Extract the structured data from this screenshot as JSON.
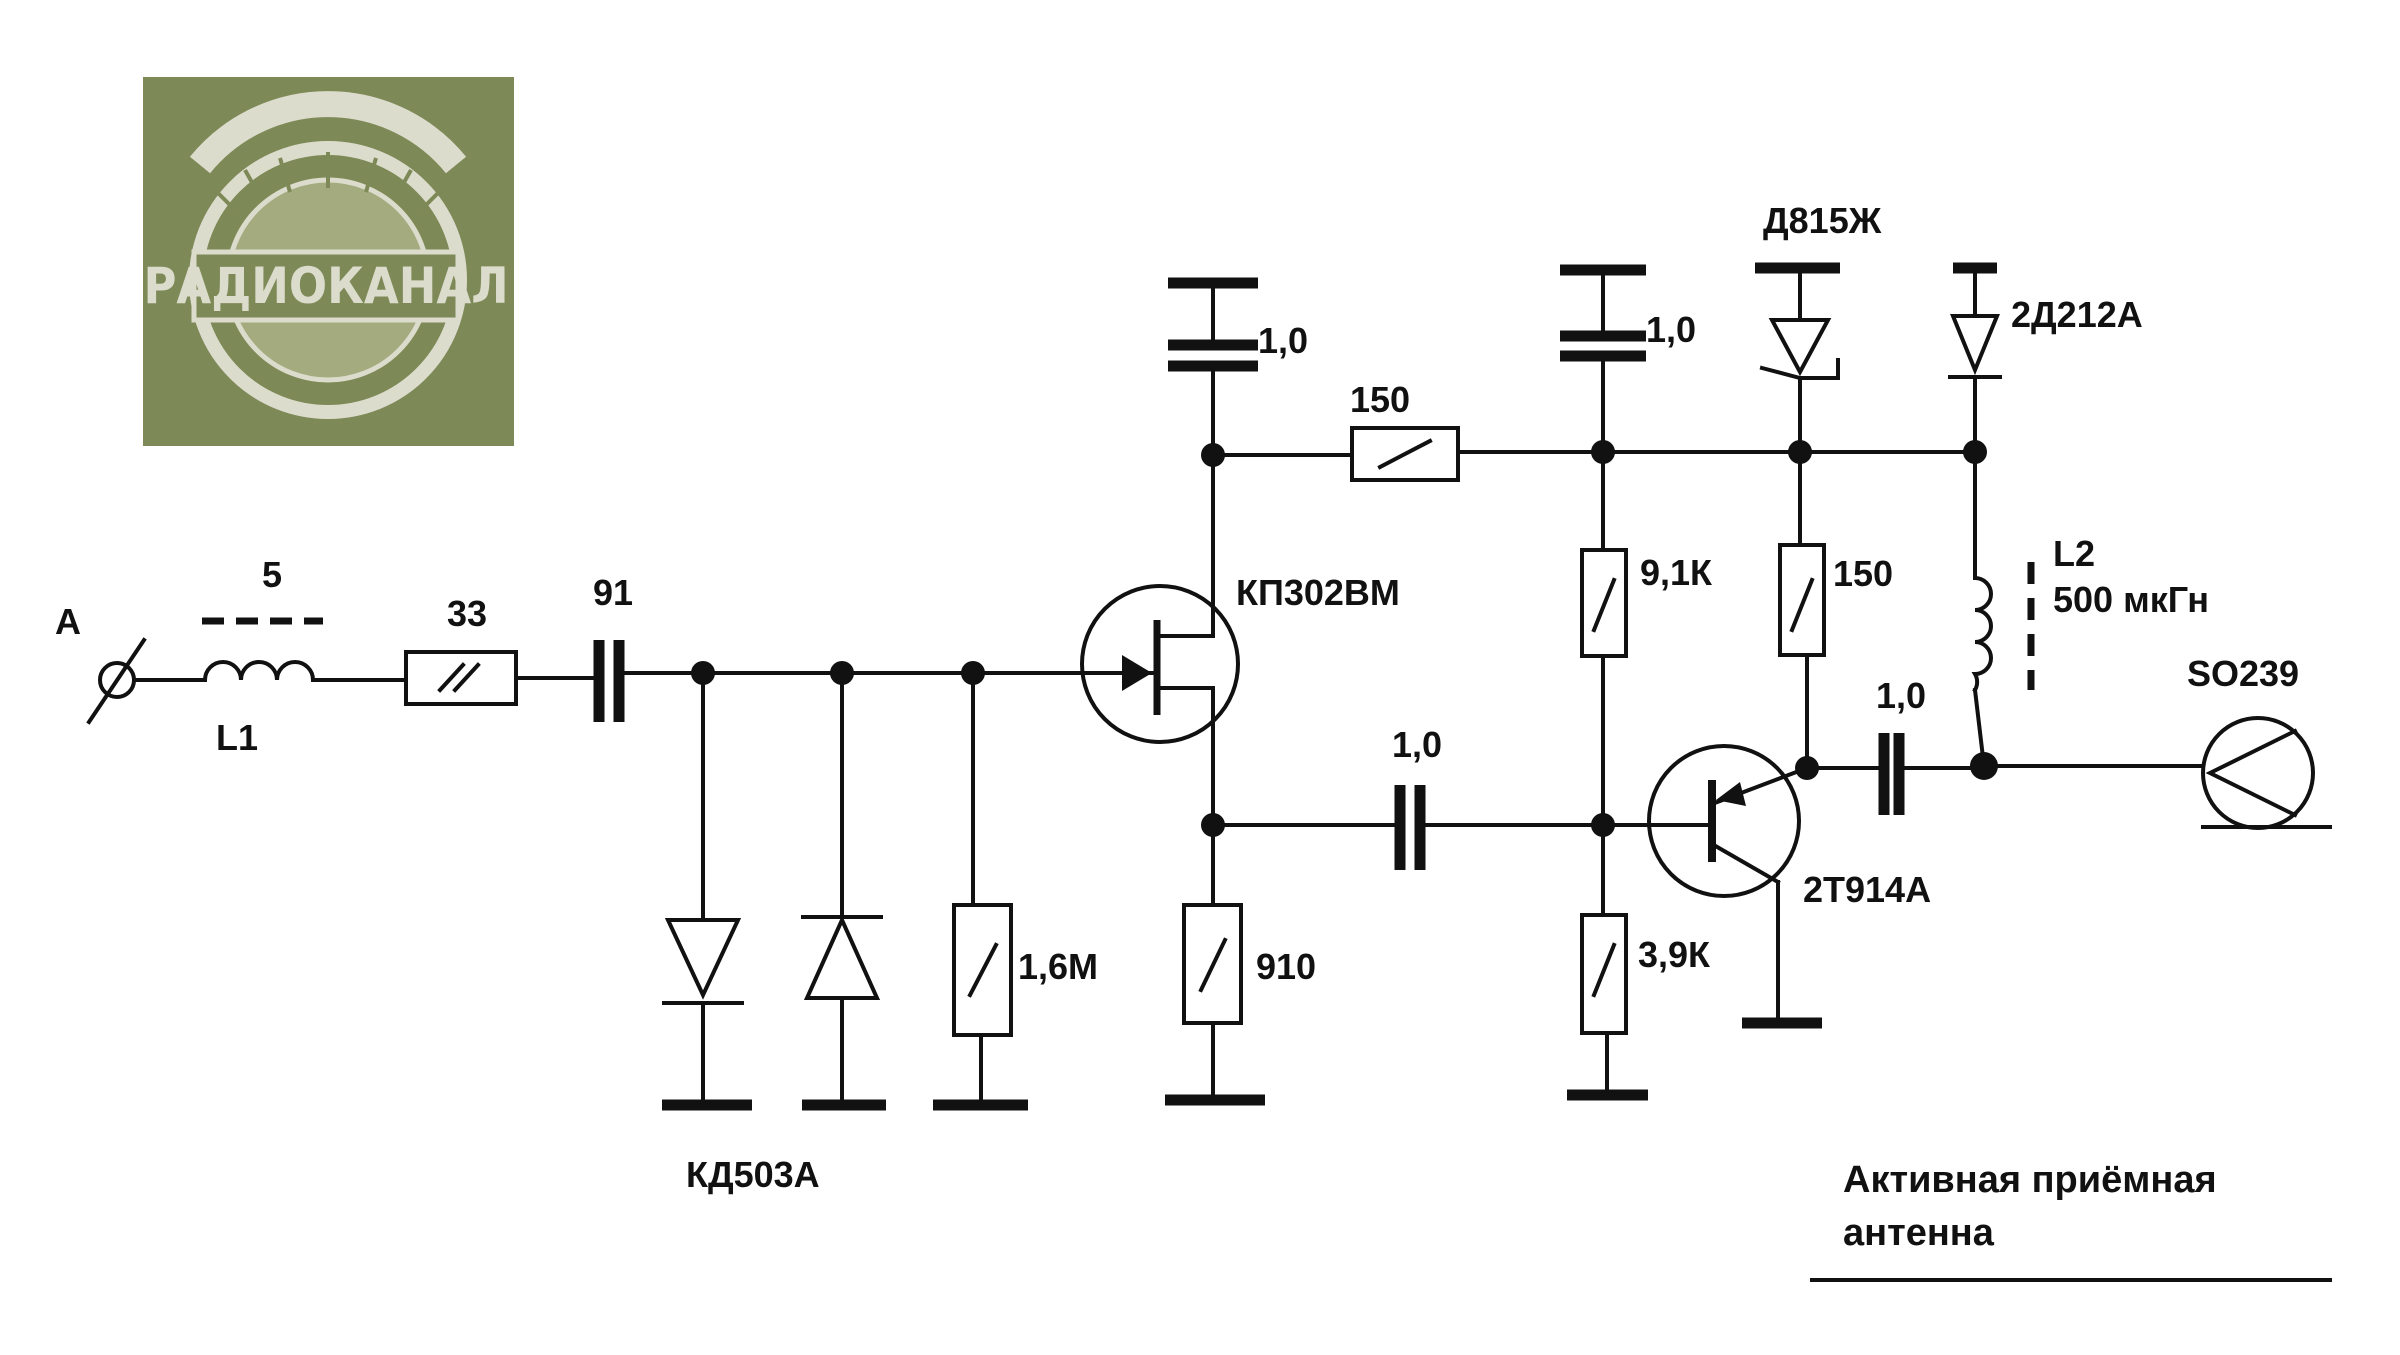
{
  "logo": {
    "text": "РАДИОКАНАЛ",
    "bg_color": "#7d8957",
    "fg_color": "#dcdccc"
  },
  "caption": {
    "line1": "Активная приёмная",
    "line2": "антенна"
  },
  "labels": {
    "antenna": "A",
    "l1_value": "5",
    "l1_name": "L1",
    "r_input": "33",
    "c_input": "91",
    "diodes": "КД503А",
    "r_gate": "1,6М",
    "fet": "КП302ВМ",
    "c_fet_decoupling": "1,0",
    "r_feed": "150",
    "r_source": "910",
    "c_coupling_1": "1,0",
    "c_decoupling_2": "1,0",
    "zener": "Д815Ж",
    "diode_2": "2Д212А",
    "r_bias_top": "9,1К",
    "r_bias_bottom": "3,9К",
    "r_collector": "150",
    "l2_name": "L2",
    "l2_value": "500 мкГн",
    "c_coupling_2": "1,0",
    "transistor": "2Т914А",
    "connector": "SO239"
  },
  "colors": {
    "line": "#111111",
    "background": "#ffffff"
  }
}
